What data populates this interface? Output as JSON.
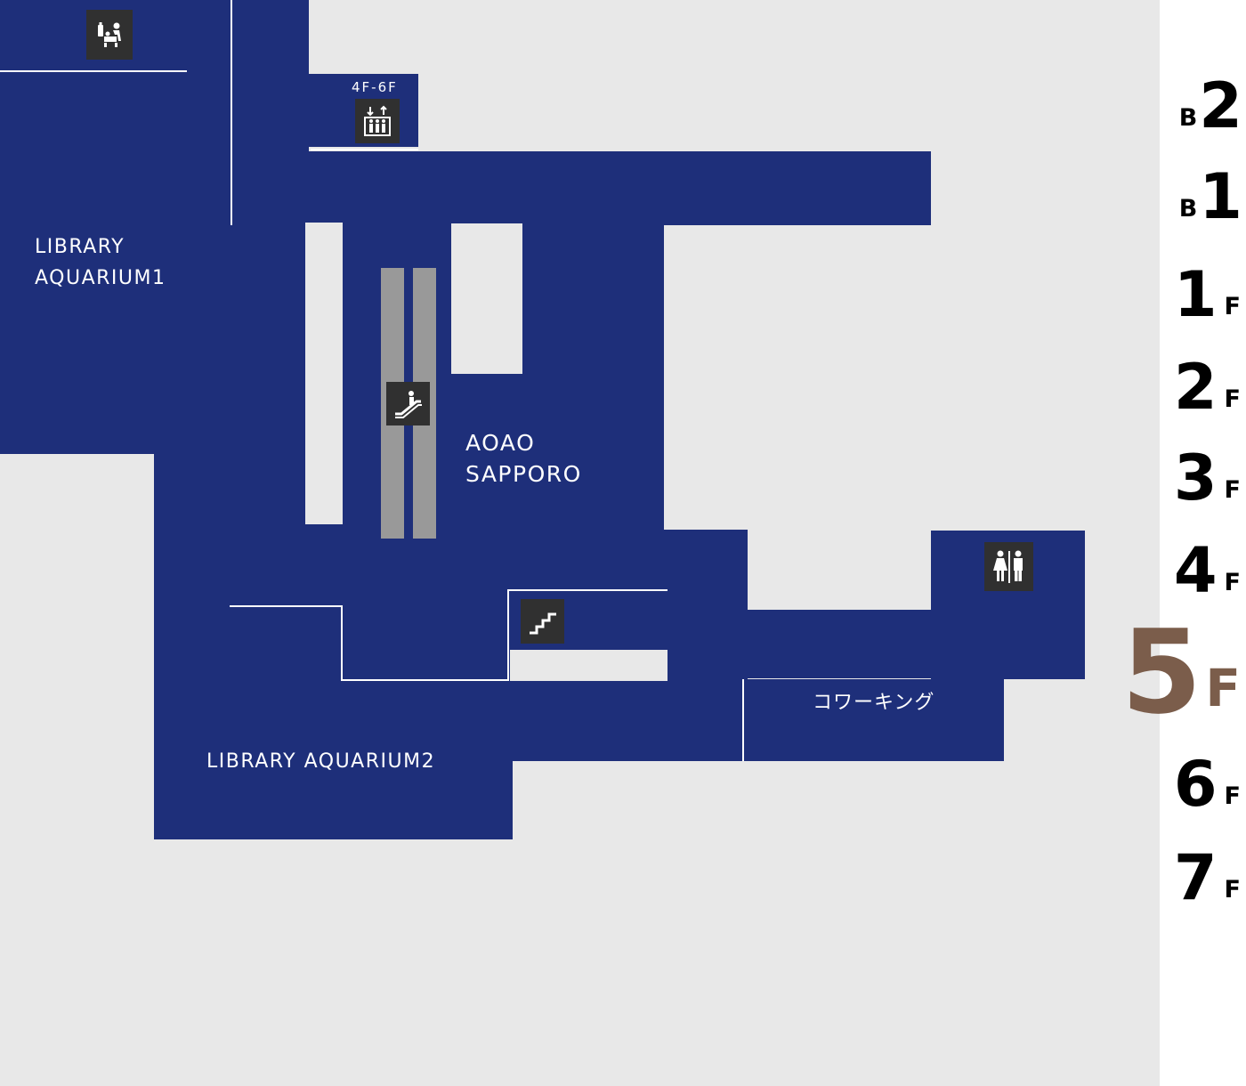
{
  "colors": {
    "background": "#e8e8e8",
    "area_fill": "#1e2f7a",
    "escalator_fill": "#999999",
    "icon_background": "#303030",
    "active_floor": "#7b5d4b",
    "inactive_floor": "#000000",
    "floor_nav_background": "#ffffff"
  },
  "areas": {
    "library_aquarium1": {
      "line1": "LIBRARY",
      "line2": "AQUARIUM1"
    },
    "aoao_sapporo": {
      "line1": "AOAO",
      "line2": "SAPPORO"
    },
    "library_aquarium2": "LIBRARY AQUARIUM2",
    "coworking": "コワーキング"
  },
  "elevator": {
    "floors_label": "4F-6F",
    "icon": "elevator-icon"
  },
  "facility_icons": [
    "baby-care-icon",
    "elevator-icon",
    "escalator-icon",
    "stairs-icon",
    "restroom-icon"
  ],
  "floors": [
    {
      "prefix": "B",
      "number": "2",
      "suffix": ""
    },
    {
      "prefix": "B",
      "number": "1",
      "suffix": ""
    },
    {
      "prefix": "",
      "number": "1",
      "suffix": "F"
    },
    {
      "prefix": "",
      "number": "2",
      "suffix": "F"
    },
    {
      "prefix": "",
      "number": "3",
      "suffix": "F"
    },
    {
      "prefix": "",
      "number": "4",
      "suffix": "F"
    },
    {
      "prefix": "",
      "number": "5",
      "suffix": "F",
      "active": true
    },
    {
      "prefix": "",
      "number": "6",
      "suffix": "F"
    },
    {
      "prefix": "",
      "number": "7",
      "suffix": "F"
    }
  ]
}
